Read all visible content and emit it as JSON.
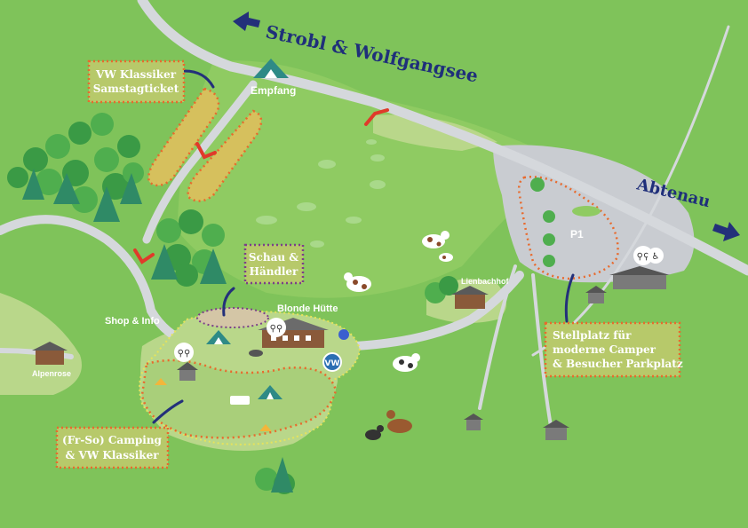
{
  "map": {
    "colors": {
      "grass": "#7fc35a",
      "meadow": "#b9d78a",
      "road": "#d5d8dc",
      "field_yellow": "#d6c05d",
      "dot_orange": "#e86a2d",
      "box_fill": "#b7c96a",
      "arrow_navy": "#23307a",
      "marker_red": "#e03a2a",
      "roof_teal": "#2e8a86"
    },
    "roads": {
      "strobl": "Strobl & Wolfgangsee",
      "abtenau": "Abtenau"
    },
    "places": {
      "empfang": "Empfang",
      "p1": "P1",
      "shop": "Shop & Info",
      "hut": "Blonde Hütte",
      "alpenrose": "Alpenrose",
      "lienbachhof": "Lienbachhof"
    },
    "boxes": {
      "vw_line1": "VW Klassiker",
      "vw_line2": "Samstagticket",
      "schau_line1": "Schau &",
      "schau_line2": "Händler",
      "camping_line1": "(Fr-So) Camping",
      "camping_line2": "& VW Klassiker",
      "stell_line1": "Stellplatz für",
      "stell_line2": "moderne Camper",
      "stell_line3": "& Besucher Parkplatz"
    },
    "icons": [
      "tent-reception-icon",
      "toilets-icon",
      "wheelchair-icon",
      "vw-logo-icon",
      "cow-icon",
      "horse-icon",
      "tree-icon",
      "house-icon",
      "bus-icon",
      "tent-icon",
      "grill-icon"
    ]
  }
}
